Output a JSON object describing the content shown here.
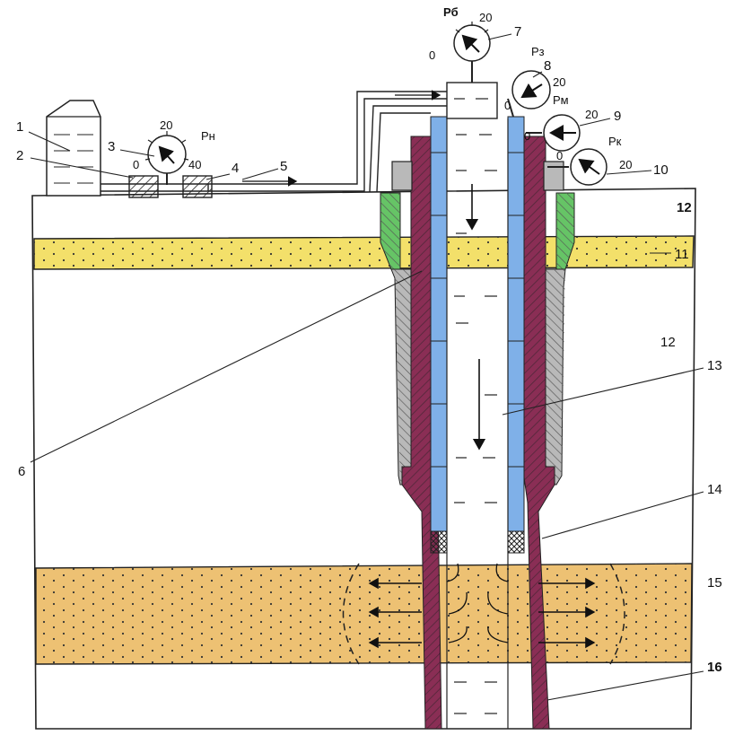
{
  "colors": {
    "sand_yellow": "#f3e06a",
    "sand_orange": "#edc173",
    "casing_blue": "#7fb0e8",
    "casing_maroon": "#8a2e55",
    "cement_gray": "#b9b9b9",
    "cement_green": "#66c466",
    "packer": "#444444"
  },
  "labels": {
    "n1": "1",
    "n2": "2",
    "n3": "3",
    "n4": "4",
    "n5": "5",
    "n6": "6",
    "n7": "7",
    "n8": "8",
    "n9": "9",
    "n10": "10",
    "n11": "11",
    "n12a": "12",
    "n12b": "12",
    "n13": "13",
    "n14": "14",
    "n15": "15",
    "n16": "16"
  },
  "gauges": {
    "pump": {
      "symbol": "Pн",
      "zero": "0",
      "mid": "20",
      "max": "40"
    },
    "g7": {
      "symbol": "Pб",
      "zero": "0",
      "max": "20"
    },
    "g8": {
      "symbol": "Pз",
      "zero": "0",
      "max": "20"
    },
    "g9": {
      "symbol": "Pм",
      "zero": "0",
      "max": "20"
    },
    "g10": {
      "symbol": "Pк",
      "zero": "0",
      "max": "20"
    }
  }
}
